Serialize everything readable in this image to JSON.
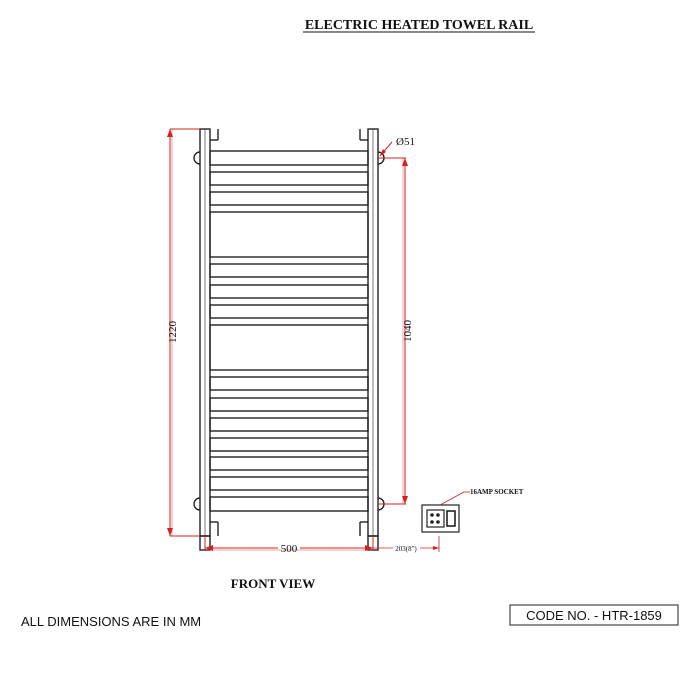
{
  "title": "ELECTRIC HEATED TOWEL RAIL",
  "view_label": "FRONT VIEW",
  "units_note": "ALL DIMENSIONS ARE IN MM",
  "code_label": "CODE NO. - HTR-1859",
  "dimensions": {
    "height": "1220",
    "pipe_centers": "1040",
    "width": "500",
    "pipe_diameter": "Ø51",
    "socket_offset": "203(8\")"
  },
  "socket_label": "16AMP SOCKET",
  "colors": {
    "line": "#222222",
    "dimension": "#d42020",
    "background": "#ffffff"
  }
}
